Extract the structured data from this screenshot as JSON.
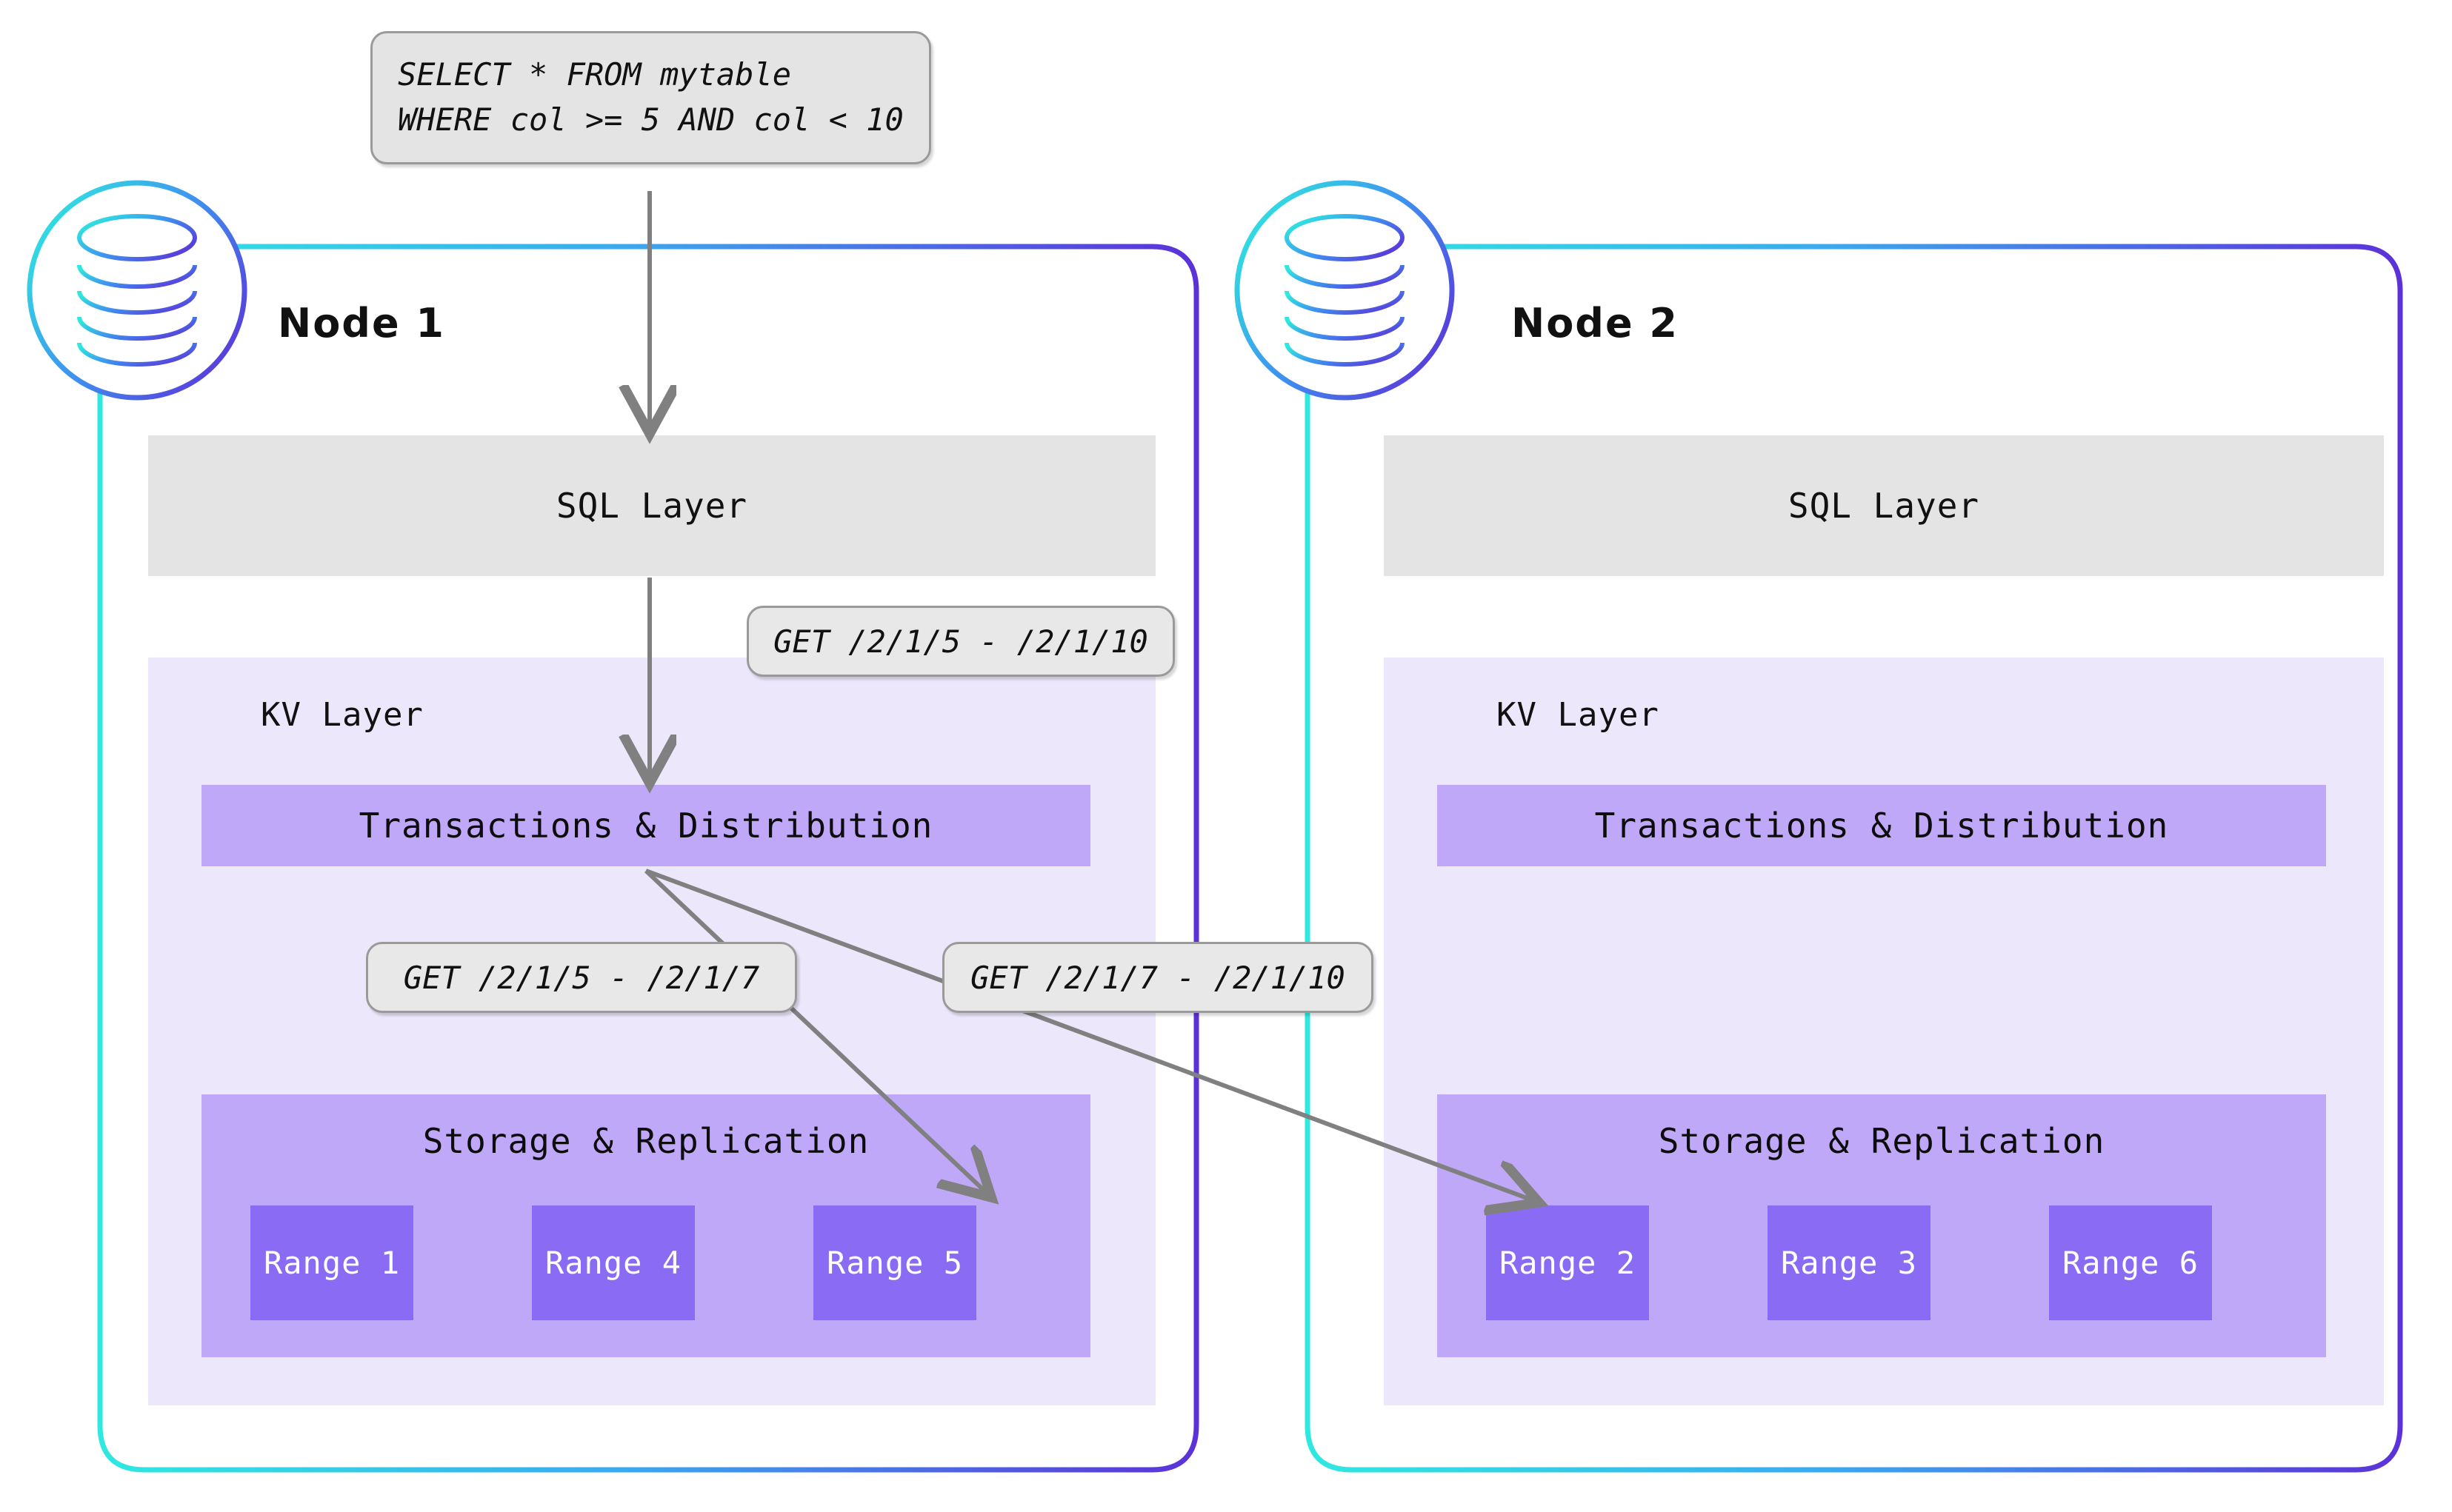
{
  "diagram": {
    "title": "CockroachDB distributed query routing across nodes",
    "type": "architecture-diagram"
  },
  "query": {
    "line1": "SELECT * FROM mytable",
    "line2": "WHERE col >= 5 AND col < 10"
  },
  "nodes": [
    {
      "id": "node-1",
      "title": "Node 1",
      "icon": "database-cylinder-icon",
      "sql_layer_label": "SQL Layer",
      "kv_layer_label": "KV Layer",
      "transactions_label": "Transactions & Distribution",
      "storage_label": "Storage & Replication",
      "ranges": [
        "Range 1",
        "Range 4",
        "Range 5"
      ]
    },
    {
      "id": "node-2",
      "title": "Node 2",
      "icon": "database-cylinder-icon",
      "sql_layer_label": "SQL Layer",
      "kv_layer_label": "KV Layer",
      "transactions_label": "Transactions & Distribution",
      "storage_label": "Storage & Replication",
      "ranges": [
        "Range 2",
        "Range 3",
        "Range 6"
      ]
    }
  ],
  "request_labels": {
    "kv_request": "GET /2/1/5 - /2/1/10",
    "range_local": "GET /2/1/5 - /2/1/7",
    "range_remote": "GET /2/1/7 - /2/1/10"
  },
  "colors": {
    "node_border_start": "#2fe8e0",
    "node_border_end": "#5b32d8",
    "kv_panel": "#ece7fb",
    "transactions_bar": "#bfa8f8",
    "storage_panel": "#bfa8f8",
    "range_box": "#8a6bf4",
    "sql_layer": "#e4e4e4",
    "pill_bg": "#e8e8e8",
    "pill_border": "#9a9a9a",
    "arrow": "#808080",
    "text": "#111111",
    "range_text": "#ffffff"
  }
}
